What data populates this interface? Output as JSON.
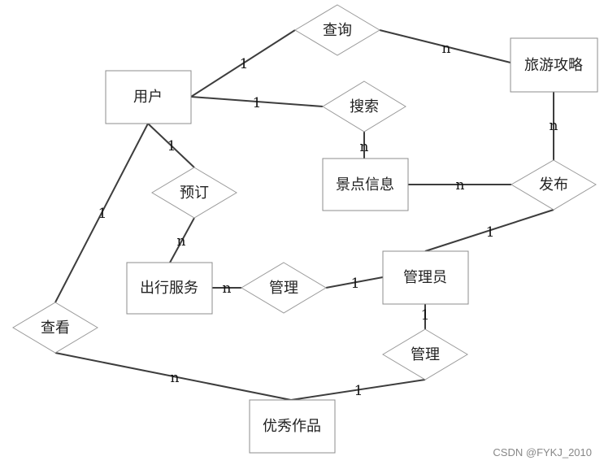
{
  "entities": {
    "user": "用户",
    "travel_guide": "旅游攻略",
    "scenic_info": "景点信息",
    "travel_service": "出行服务",
    "admin": "管理员",
    "excellent_works": "优秀作品"
  },
  "relations": {
    "query": "查询",
    "search": "搜索",
    "book": "预订",
    "publish": "发布",
    "manage_service": "管理",
    "manage_works": "管理",
    "view": "查看"
  },
  "cardinalities": {
    "user_query": "1",
    "query_guide": "n",
    "user_search": "1",
    "search_scenic": "n",
    "guide_publish": "n",
    "scenic_publish": "n",
    "publish_admin": "1",
    "user_book": "1",
    "book_service": "n",
    "service_manage": "n",
    "manage_admin": "1",
    "admin_manage2": "1",
    "manage2_works": "1",
    "user_view": "1",
    "view_works": "n"
  },
  "watermark": "CSDN @FYKJ_2010"
}
